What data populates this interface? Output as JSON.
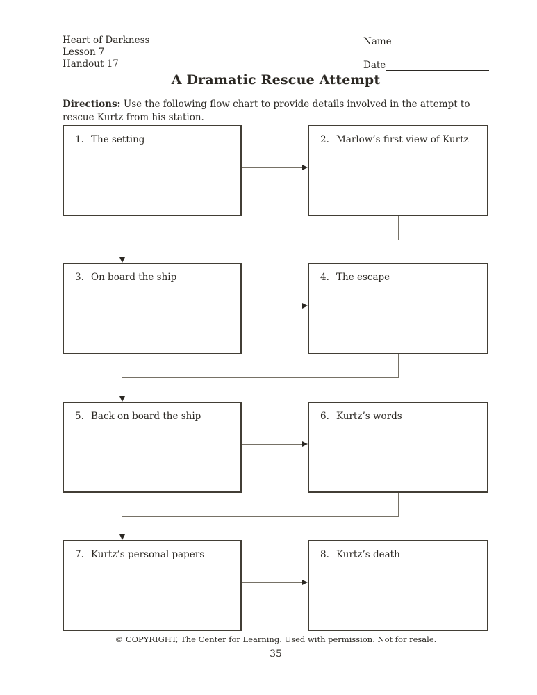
{
  "header": {
    "course_lines": [
      "Heart of Darkness",
      "Lesson 7",
      "Handout 17"
    ],
    "name_label": "Name",
    "date_label": "Date"
  },
  "title": "A Dramatic Rescue Attempt",
  "directions": {
    "label": "Directions:",
    "text": " Use the following flow chart to provide details involved in the attempt to rescue Kurtz from his station."
  },
  "flowchart": {
    "boxes": [
      {
        "number": "1.",
        "label": "The setting"
      },
      {
        "number": "2.",
        "label": "Marlow’s first view of Kurtz"
      },
      {
        "number": "3.",
        "label": "On board the ship"
      },
      {
        "number": "4.",
        "label": "The escape"
      },
      {
        "number": "5.",
        "label": "Back on board the ship"
      },
      {
        "number": "6.",
        "label": "Kurtz’s words"
      },
      {
        "number": "7.",
        "label": "Kurtz’s personal papers"
      },
      {
        "number": "8.",
        "label": "Kurtz’s death"
      }
    ]
  },
  "footer": {
    "copyright": "© COPYRIGHT, The Center for Learning. Used with permission. Not for resale.",
    "page_number": "35"
  },
  "colors": {
    "box_border": "#423e35",
    "text": "#2b2823",
    "connector": "#76716e"
  }
}
